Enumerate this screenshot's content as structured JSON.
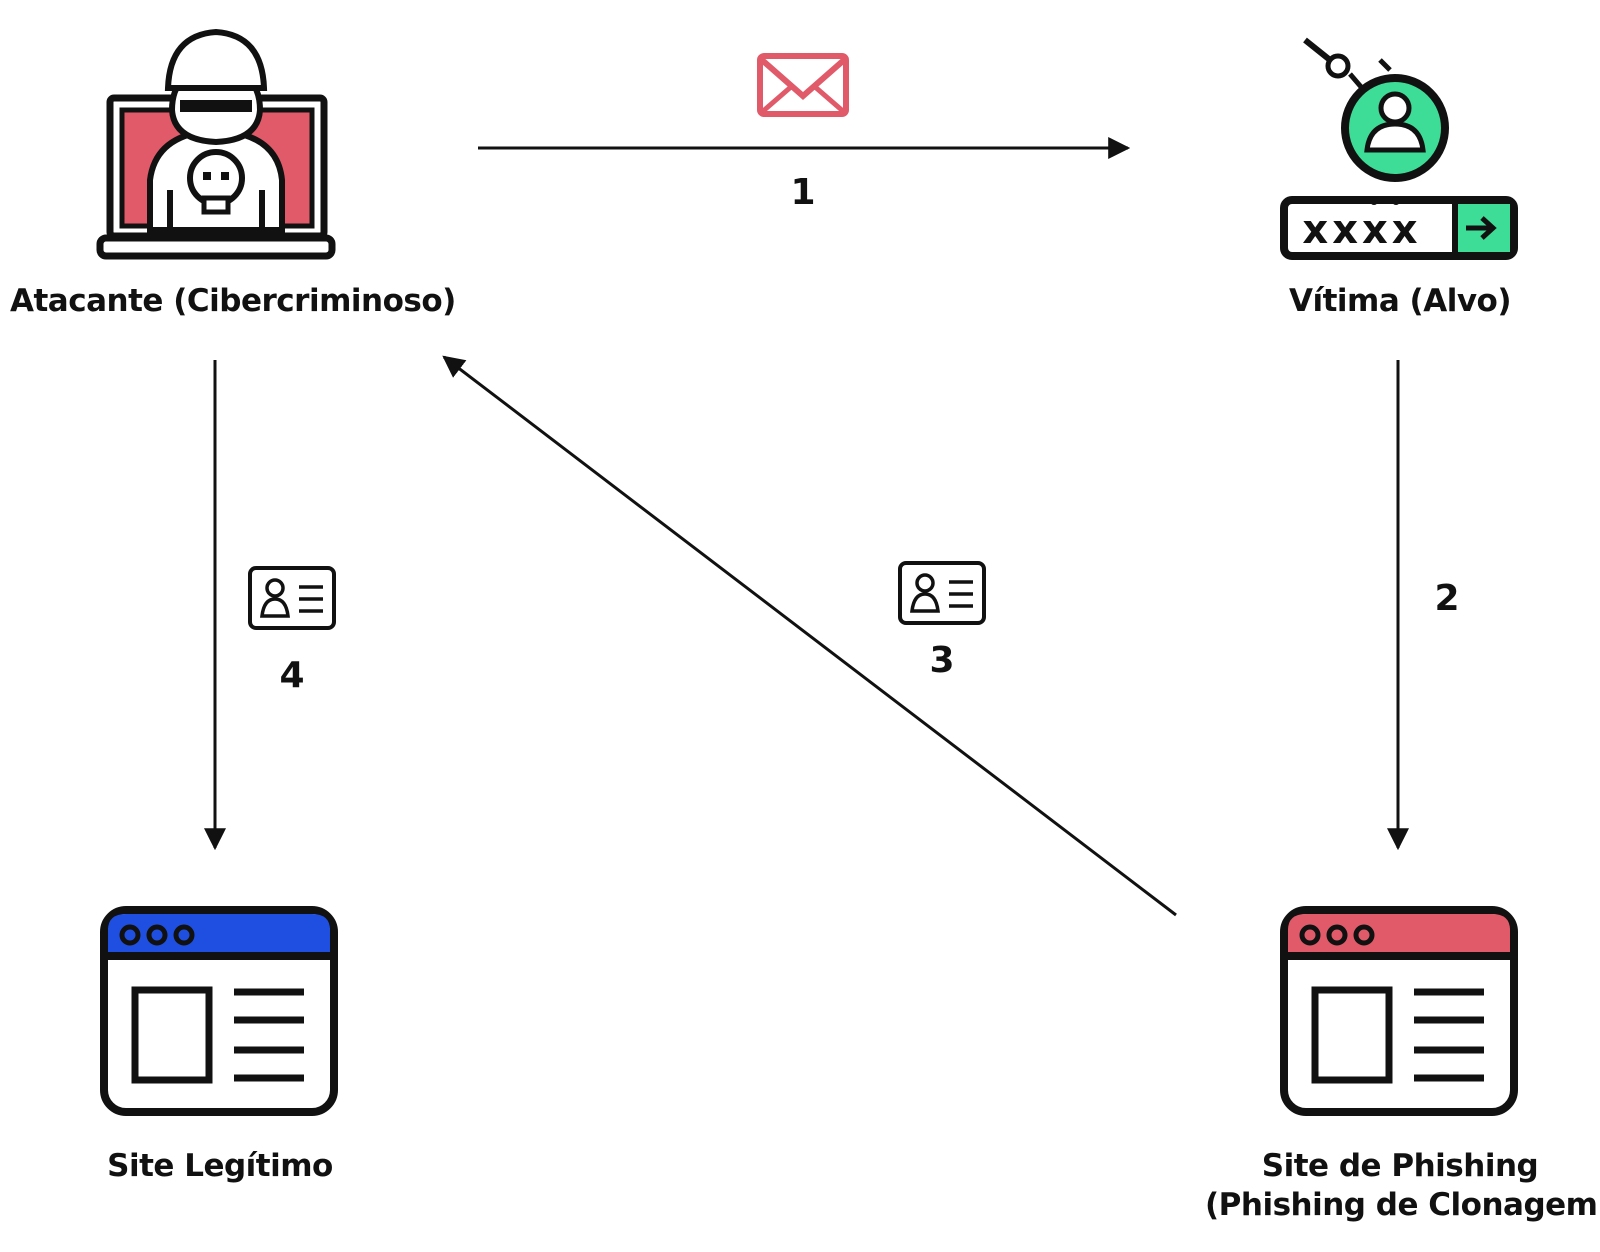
{
  "nodes": {
    "attacker": {
      "label": "Atacante (Cibercriminoso)"
    },
    "victim": {
      "label": "Vítima (Alvo)",
      "password_mask": "xxxx"
    },
    "legit_site": {
      "label": "Site Legítimo"
    },
    "phishing_site": {
      "label_line1": "Site de Phishing",
      "label_line2": "(Phishing de Clonagem)"
    }
  },
  "steps": [
    {
      "number": "1",
      "from": "attacker",
      "to": "victim",
      "icon": "envelope-icon"
    },
    {
      "number": "2",
      "from": "victim",
      "to": "phishing_site",
      "icon": ""
    },
    {
      "number": "3",
      "from": "phishing_site",
      "to": "attacker",
      "icon": "id-card-icon"
    },
    {
      "number": "4",
      "from": "attacker",
      "to": "legit_site",
      "icon": "id-card-icon"
    }
  ],
  "colors": {
    "attacker_screen": "#E05A69",
    "envelope": "#E05A69",
    "victim_accent": "#3DDC97",
    "legit_titlebar": "#1F4FE0",
    "phishing_titlebar": "#E05A69",
    "stroke": "#111111"
  }
}
